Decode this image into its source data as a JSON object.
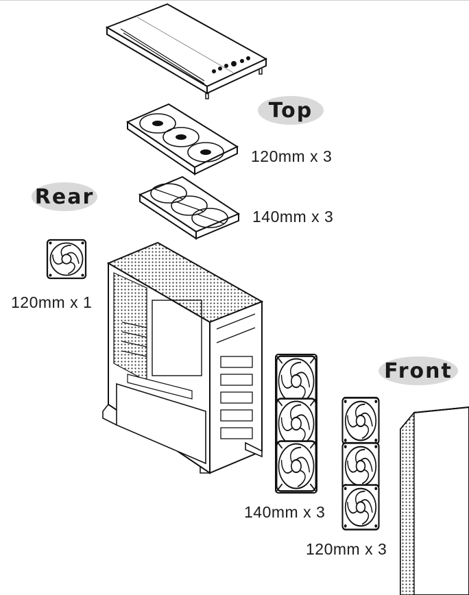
{
  "sections": {
    "top": {
      "label": "Top",
      "fans": [
        "120mm x 3",
        "140mm x 3"
      ]
    },
    "rear": {
      "label": "Rear",
      "fans": [
        "120mm x 1"
      ]
    },
    "front": {
      "label": "Front",
      "fans": [
        "140mm x 3",
        "120mm x 3"
      ]
    }
  }
}
